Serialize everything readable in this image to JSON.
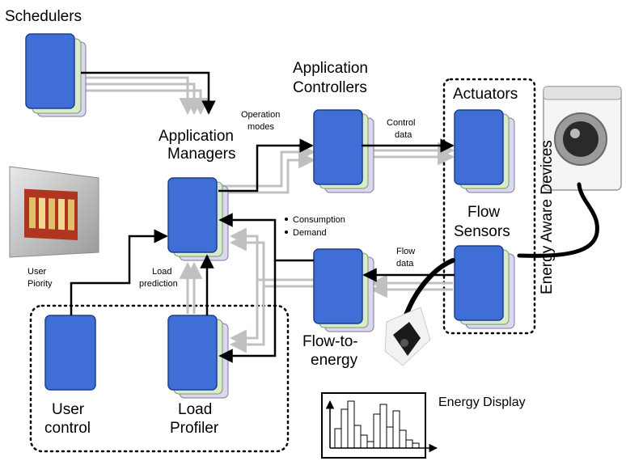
{
  "labels": {
    "schedulers": "Schedulers",
    "app_managers_1": "Application",
    "app_managers_2": "Managers",
    "app_controllers_1": "Application",
    "app_controllers_2": "Controllers",
    "actuators": "Actuators",
    "flow_sensors_1": "Flow",
    "flow_sensors_2": "Sensors",
    "energy_aware_devices": "Energy Aware Devices",
    "flow_to_energy_1": "Flow-to-",
    "flow_to_energy_2": "energy",
    "user_control_1": "User",
    "user_control_2": "control",
    "load_profiler_1": "Load",
    "load_profiler_2": "Profiler",
    "energy_display": "Energy Display"
  },
  "edge_labels": {
    "operation_1": "Operation",
    "operation_2": "modes",
    "control_1": "Control",
    "control_2": "data",
    "flow_1": "Flow",
    "flow_2": "data",
    "consumption": "Consumption",
    "demand": "Demand",
    "user_piority_1": "User",
    "user_piority_2": "Piority",
    "load_pred_1": "Load",
    "load_pred_2": "prediction"
  },
  "colors": {
    "block_blue": "#3f6fd6",
    "block_green": "#d9ecc8",
    "block_lavender": "#dcd6ee",
    "arrow_grey": "#c0c0c0"
  },
  "icons": [
    "washing-machine-icon",
    "power-plug-icon",
    "wall-display-icon"
  ]
}
